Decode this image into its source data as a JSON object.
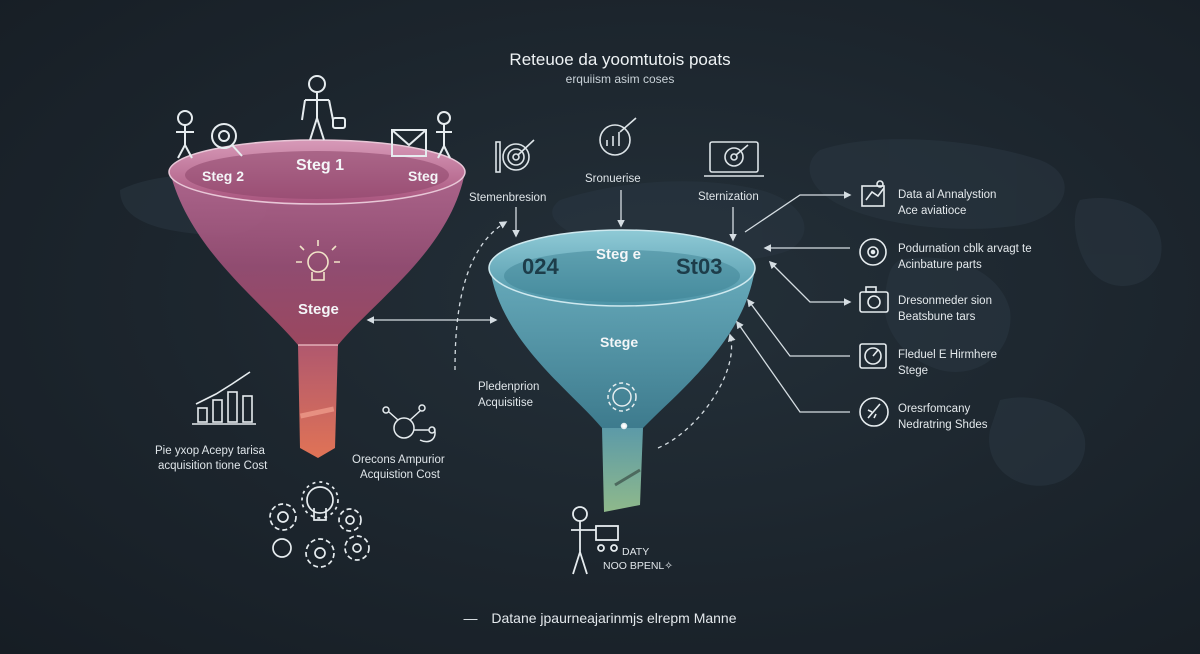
{
  "header": {
    "title": "Reteuoe da yoomtutois poats",
    "subtitle": "erquiism asim coses"
  },
  "left_funnel": {
    "label_left": "Steg 2",
    "label_center": "Steg 1",
    "label_right": "Steg",
    "label_body": "Stege",
    "color_top": "#b45e8a",
    "color_bottom": "#d9534f"
  },
  "right_funnel": {
    "label_left": "024",
    "label_center": "Steg e",
    "label_right": "St03",
    "label_body": "Stege",
    "color_top": "#5aa3b3",
    "color_bottom": "#7fb48a"
  },
  "top_icons": [
    {
      "label": "Stemenbresion",
      "icon": "target-icon"
    },
    {
      "label": "Sronuerise",
      "icon": "dartboard-growth-icon"
    },
    {
      "label": "Sternization",
      "icon": "laptop-target-icon"
    }
  ],
  "middle_text": {
    "lines": [
      "Pledenprion",
      "Acquisitise"
    ]
  },
  "left_notes": {
    "chart_note": [
      "Pie yxop Acepy tarisa",
      "acquisition tione Cost"
    ],
    "brain_note": [
      "Orecons Ampurior",
      "Acquistion Cost"
    ]
  },
  "bottom_person": {
    "lines": [
      "DATY",
      "NOO BPENL✧"
    ]
  },
  "right_list": [
    {
      "line1": "Data al Annalystion",
      "line2": "Ace aviatioce",
      "icon": "chart-person-icon"
    },
    {
      "line1": "Podurnation cblk arvagt te",
      "line2": "Acinbature parts",
      "icon": "disc-icon"
    },
    {
      "line1": "Dresonmeder sion",
      "line2": "Beatsbune tars",
      "icon": "camera-icon"
    },
    {
      "line1": "Fleduel E Hirmhere",
      "line2": "Stege",
      "icon": "gauge-icon"
    },
    {
      "line1": "Oresrfomcany",
      "line2": "Nedratring Shdes",
      "icon": "rocket-icon"
    }
  ],
  "footer": {
    "dash": "—",
    "text": "Datane jpaurneajarinmjs elrepm Manne"
  }
}
